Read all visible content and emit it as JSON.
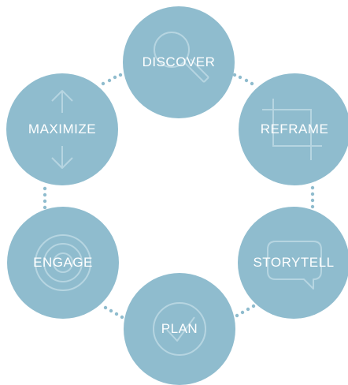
{
  "colors": {
    "circle": "#8fbcce",
    "glyph": "#b6d5e1",
    "dots": "#8fbcce",
    "label": "#ffffff"
  },
  "stages": [
    {
      "label": "DISCOVER",
      "icon": "magnifier-icon"
    },
    {
      "label": "REFRAME",
      "icon": "crop-icon"
    },
    {
      "label": "STORYTELL",
      "icon": "speech-bubble-icon"
    },
    {
      "label": "PLAN",
      "icon": "checkmark-icon"
    },
    {
      "label": "ENGAGE",
      "icon": "target-icon"
    },
    {
      "label": "MAXIMIZE",
      "icon": "up-down-arrows-icon"
    }
  ]
}
